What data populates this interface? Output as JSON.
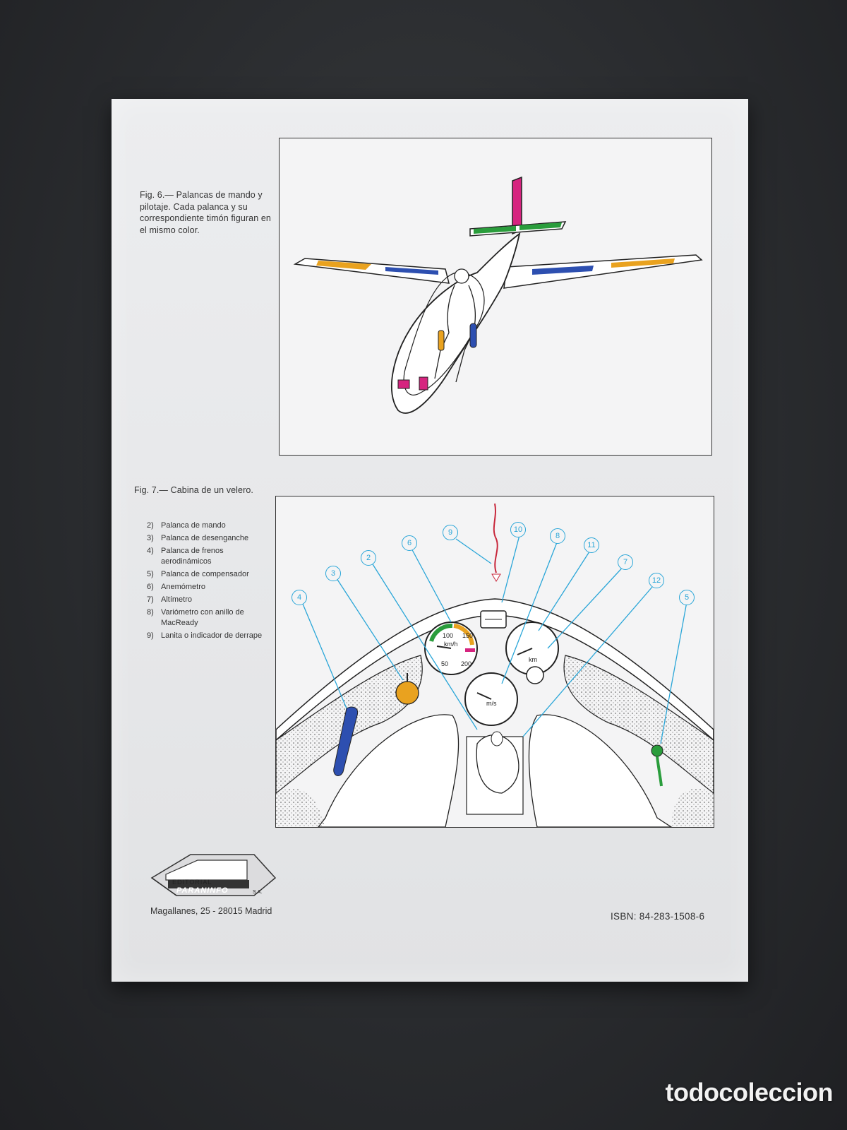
{
  "fig6": {
    "caption": "Fig. 6.— Palancas de mando y pilotaje. Cada palanca y su correspondiente timón figuran en el mismo color."
  },
  "fig7": {
    "caption": "Fig. 7.— Cabina de un velero.",
    "legend": [
      {
        "num": "2)",
        "text": "Palanca de mando"
      },
      {
        "num": "3)",
        "text": "Palanca de desenganche"
      },
      {
        "num": "4)",
        "text": "Palanca de frenos aerodinámicos"
      },
      {
        "num": "5)",
        "text": "Palanca de compensador"
      },
      {
        "num": "6)",
        "text": "Anemómetro"
      },
      {
        "num": "7)",
        "text": "Altímetro"
      },
      {
        "num": "8)",
        "text": "Variómetro con anillo de MacReady"
      },
      {
        "num": "9)",
        "text": "Lanita o indicador de derrape"
      }
    ],
    "callouts": [
      "9",
      "10",
      "6",
      "8",
      "11",
      "2",
      "7",
      "3",
      "12",
      "4",
      "5"
    ],
    "gauge_units": {
      "speed": "km/h",
      "vario": "m/s",
      "altimeter": "km"
    },
    "gauge_marks": {
      "speed": [
        "100",
        "150",
        "50",
        "200"
      ]
    }
  },
  "publisher": {
    "line1": "EDITORIAL",
    "line2": "PARANINFO",
    "suffix": "S.A.",
    "address": "Magallanes, 25 - 28015 Madrid"
  },
  "isbn": "ISBN: 84-283-1508-6",
  "watermark": "todocoleccion",
  "colors": {
    "rudder": "#d6247f",
    "elevator": "#2a9d3c",
    "aileron": "#e9a21f",
    "airbrake": "#2d4fb0",
    "callout": "#2aa6d8"
  }
}
